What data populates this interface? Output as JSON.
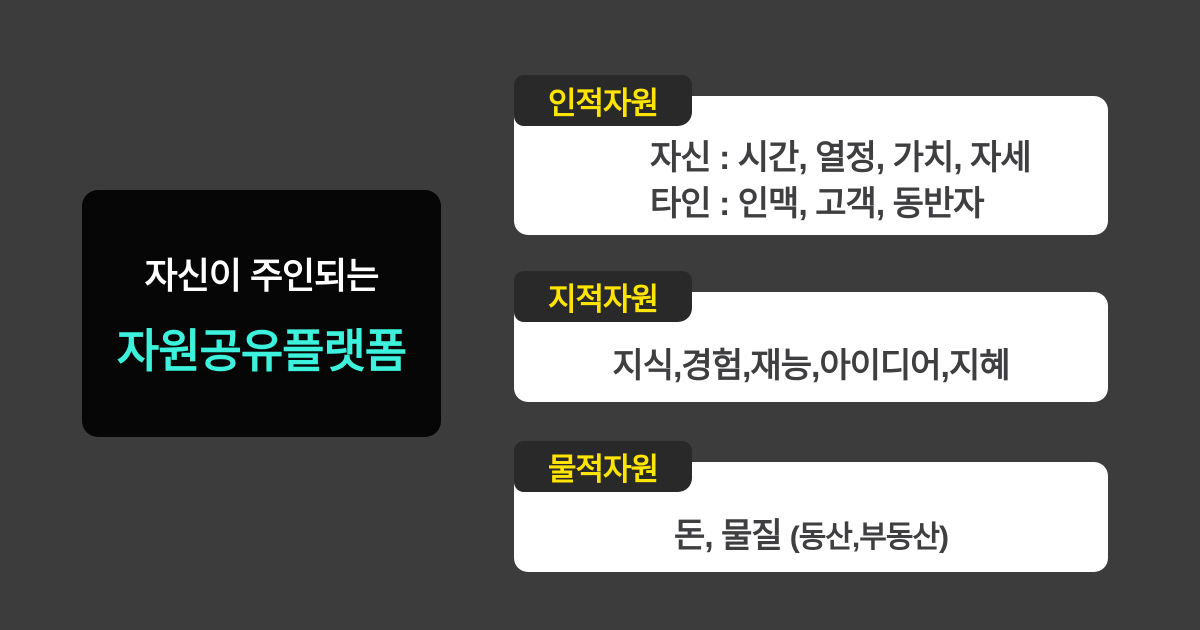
{
  "background_color": "#3C3C3C",
  "intro_panel": {
    "line1": "자신이 주인되는",
    "line2": "자원공유플랫폼",
    "panel_color": "#060606",
    "line1_color": "#FFFFFF",
    "line2_color": "#3DF2DC"
  },
  "cards": [
    {
      "tab_label": "인적자원",
      "lines": [
        "자신 : 시간, 열정, 가치, 자세",
        "타인 : 인맥, 고객, 동반자"
      ]
    },
    {
      "tab_label": "지적자원",
      "lines": [
        "지식,경험,재능,아이디어,지혜"
      ]
    },
    {
      "tab_label": "물적자원",
      "lines": [
        "돈, 물질"
      ],
      "suffix": "(동산,부동산)"
    }
  ],
  "colors": {
    "tab_background": "#292929",
    "tab_label": "#FFE400",
    "card_background": "#FFFFFF",
    "card_text": "#3F3F41"
  }
}
